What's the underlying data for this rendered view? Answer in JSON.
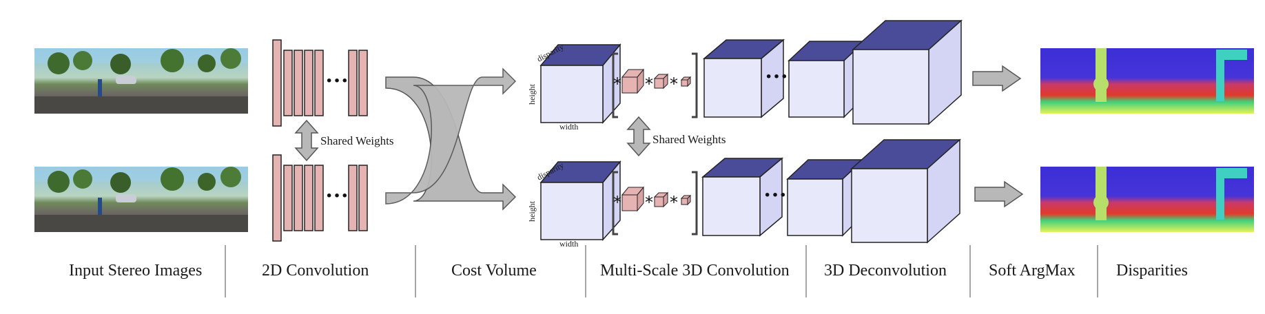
{
  "labels": {
    "shared_weights_left": "Shared Weights",
    "shared_weights_right": "Shared Weights",
    "cube_top": "disparity",
    "cube_side": "height",
    "cube_bottom": "width",
    "dots": "···",
    "star": "*"
  },
  "stages": [
    "Input Stereo Images",
    "2D Convolution",
    "Cost Volume",
    "Multi-Scale 3D Convolution",
    "3D Deconvolution",
    "Soft ArgMax",
    "Disparities"
  ],
  "colors": {
    "conv_fill": "#e6b3b3",
    "cube_front": "#e8e8fb",
    "cube_side": "#d4d4f4",
    "cube_top": "#4a4c9a",
    "arrow_fill": "#b8b8b8",
    "arrow_stroke": "#555555",
    "divider": "#888888"
  }
}
